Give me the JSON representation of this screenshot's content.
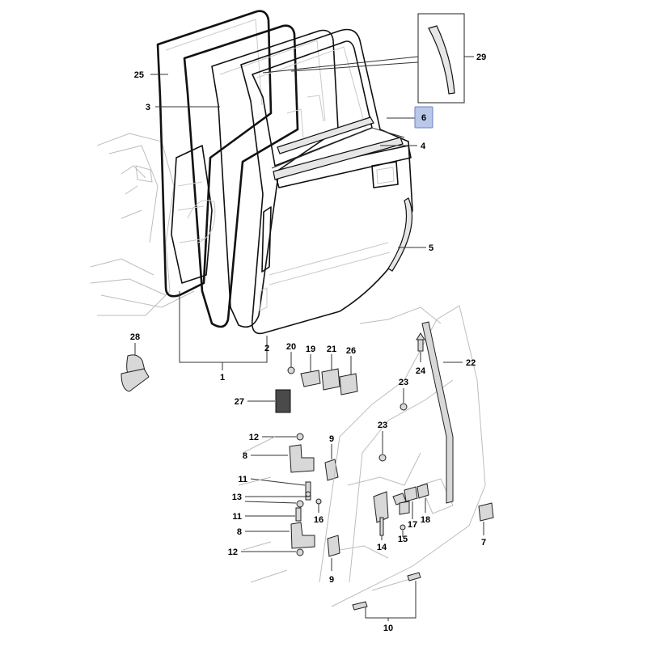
{
  "callouts": {
    "c1": "1",
    "c2": "2",
    "c3": "3",
    "c4": "4",
    "c5": "5",
    "c6": "6",
    "c7": "7",
    "c8a": "8",
    "c8b": "8",
    "c9a": "9",
    "c9b": "9",
    "c10": "10",
    "c11a": "11",
    "c11b": "11",
    "c12a": "12",
    "c12b": "12",
    "c13": "13",
    "c14": "14",
    "c15": "15",
    "c16": "16",
    "c17": "17",
    "c18": "18",
    "c19": "19",
    "c20": "20",
    "c21": "21",
    "c22": "22",
    "c23a": "23",
    "c23b": "23",
    "c24": "24",
    "c25": "25",
    "c26": "26",
    "c27": "27",
    "c28": "28",
    "c29": "29"
  },
  "highlight": {
    "part": "6",
    "color": "#b9c7ea"
  }
}
